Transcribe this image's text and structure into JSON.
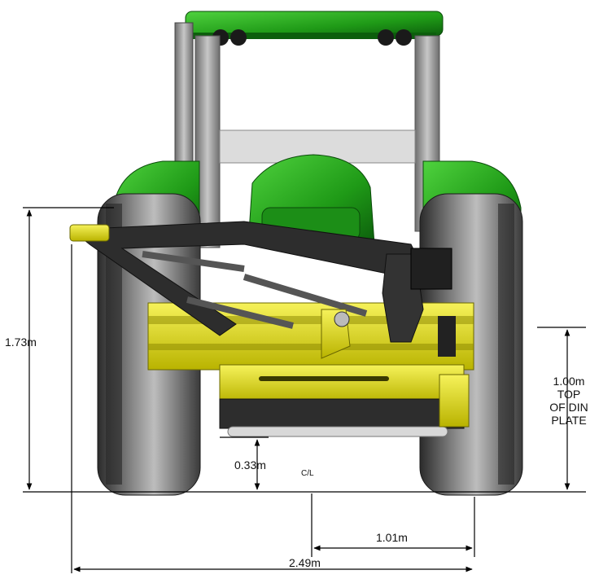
{
  "diagram": {
    "subject": "tractor-with-rear-flail-mower-rear-view",
    "colors": {
      "tractor_green": "#23a81c",
      "tractor_dark_green": "#0f6e10",
      "implement_yellow": "#e3e000",
      "frame_black": "#2a2a2a",
      "tyre_grey": "#3c3c3c",
      "dimension_line": "#000000"
    }
  },
  "dimensions": {
    "overall_height": "1.73m",
    "ground_clearance": "0.33m",
    "centerline": "C/L",
    "din_plate_value": "1.00m",
    "din_plate_line1": "TOP",
    "din_plate_line2": "OF DIN",
    "din_plate_line3": "PLATE",
    "half_offset": "1.01m",
    "overall_width": "2.49m"
  }
}
